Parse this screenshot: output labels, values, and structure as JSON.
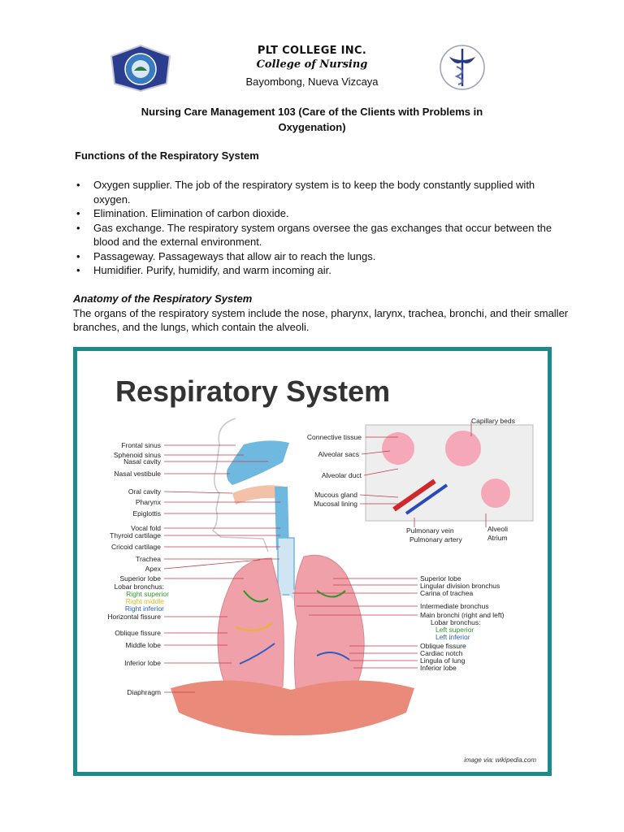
{
  "header": {
    "college": "PLT COLLEGE INC.",
    "school": "College of Nursing",
    "location": "Bayombong, Nueva Vizcaya"
  },
  "document_title": "Nursing Care Management 103 (Care of the Clients with Problems in Oxygenation)",
  "functions": {
    "heading": "Functions of the Respiratory System",
    "items": [
      "Oxygen supplier. The job of the respiratory system is to keep the body constantly supplied with oxygen.",
      "Elimination. Elimination of carbon dioxide.",
      "Gas exchange. The respiratory system organs oversee the gas exchanges that occur between the blood and the external environment.",
      "Passageway. Passageways that allow air to reach the lungs.",
      "Humidifier. Purify, humidify, and warm incoming air."
    ]
  },
  "anatomy": {
    "heading": "Anatomy of the Respiratory System",
    "paragraph": "The organs of the respiratory system include the nose, pharynx, larynx, trachea, bronchi, and their smaller branches, and the lungs, which contain the alveoli."
  },
  "figure": {
    "title": "Respiratory System",
    "credit": "image via: wikipedia.com",
    "labels_left": [
      "Frontal sinus",
      "Sphenoid sinus",
      "Nasal cavity",
      "Nasal vestibule",
      "Oral cavity",
      "Pharynx",
      "Epiglottis",
      "Vocal fold",
      "Thyroid cartilage",
      "Cricoid cartilage",
      "Trachea",
      "Apex",
      "Superior lobe",
      "Lobar bronchus:",
      "Right superior",
      "Right middle",
      "Right inferior",
      "Horizontal fissure",
      "Oblique fissure",
      "Middle lobe",
      "Inferior lobe",
      "Diaphragm"
    ],
    "labels_inset": [
      "Capillary beds",
      "Connective tissue",
      "Alveolar sacs",
      "Alveolar duct",
      "Mucous gland",
      "Mucosal lining",
      "Pulmonary vein",
      "Pulmonary artery",
      "Alveoli",
      "Atrium"
    ],
    "labels_right": [
      "Superior lobe",
      "Lingular division bronchus",
      "Carina of trachea",
      "Intermediate bronchus",
      "Main bronchi (right and left)",
      "Lobar bronchus:",
      "Left superior",
      "Left inferior",
      "Oblique fissure",
      "Cardiac notch",
      "Lingula of lung",
      "Inferior lobe"
    ],
    "colors": {
      "frame": "#1a8a8a",
      "lung": "#f0a0a8",
      "diaphragm": "#e98a7a",
      "airway": "#6fb8e0",
      "right_superior": "#2a9a2a",
      "right_middle": "#e8b820",
      "right_inferior": "#2a5cc8",
      "leader": "#c43a4a"
    }
  }
}
